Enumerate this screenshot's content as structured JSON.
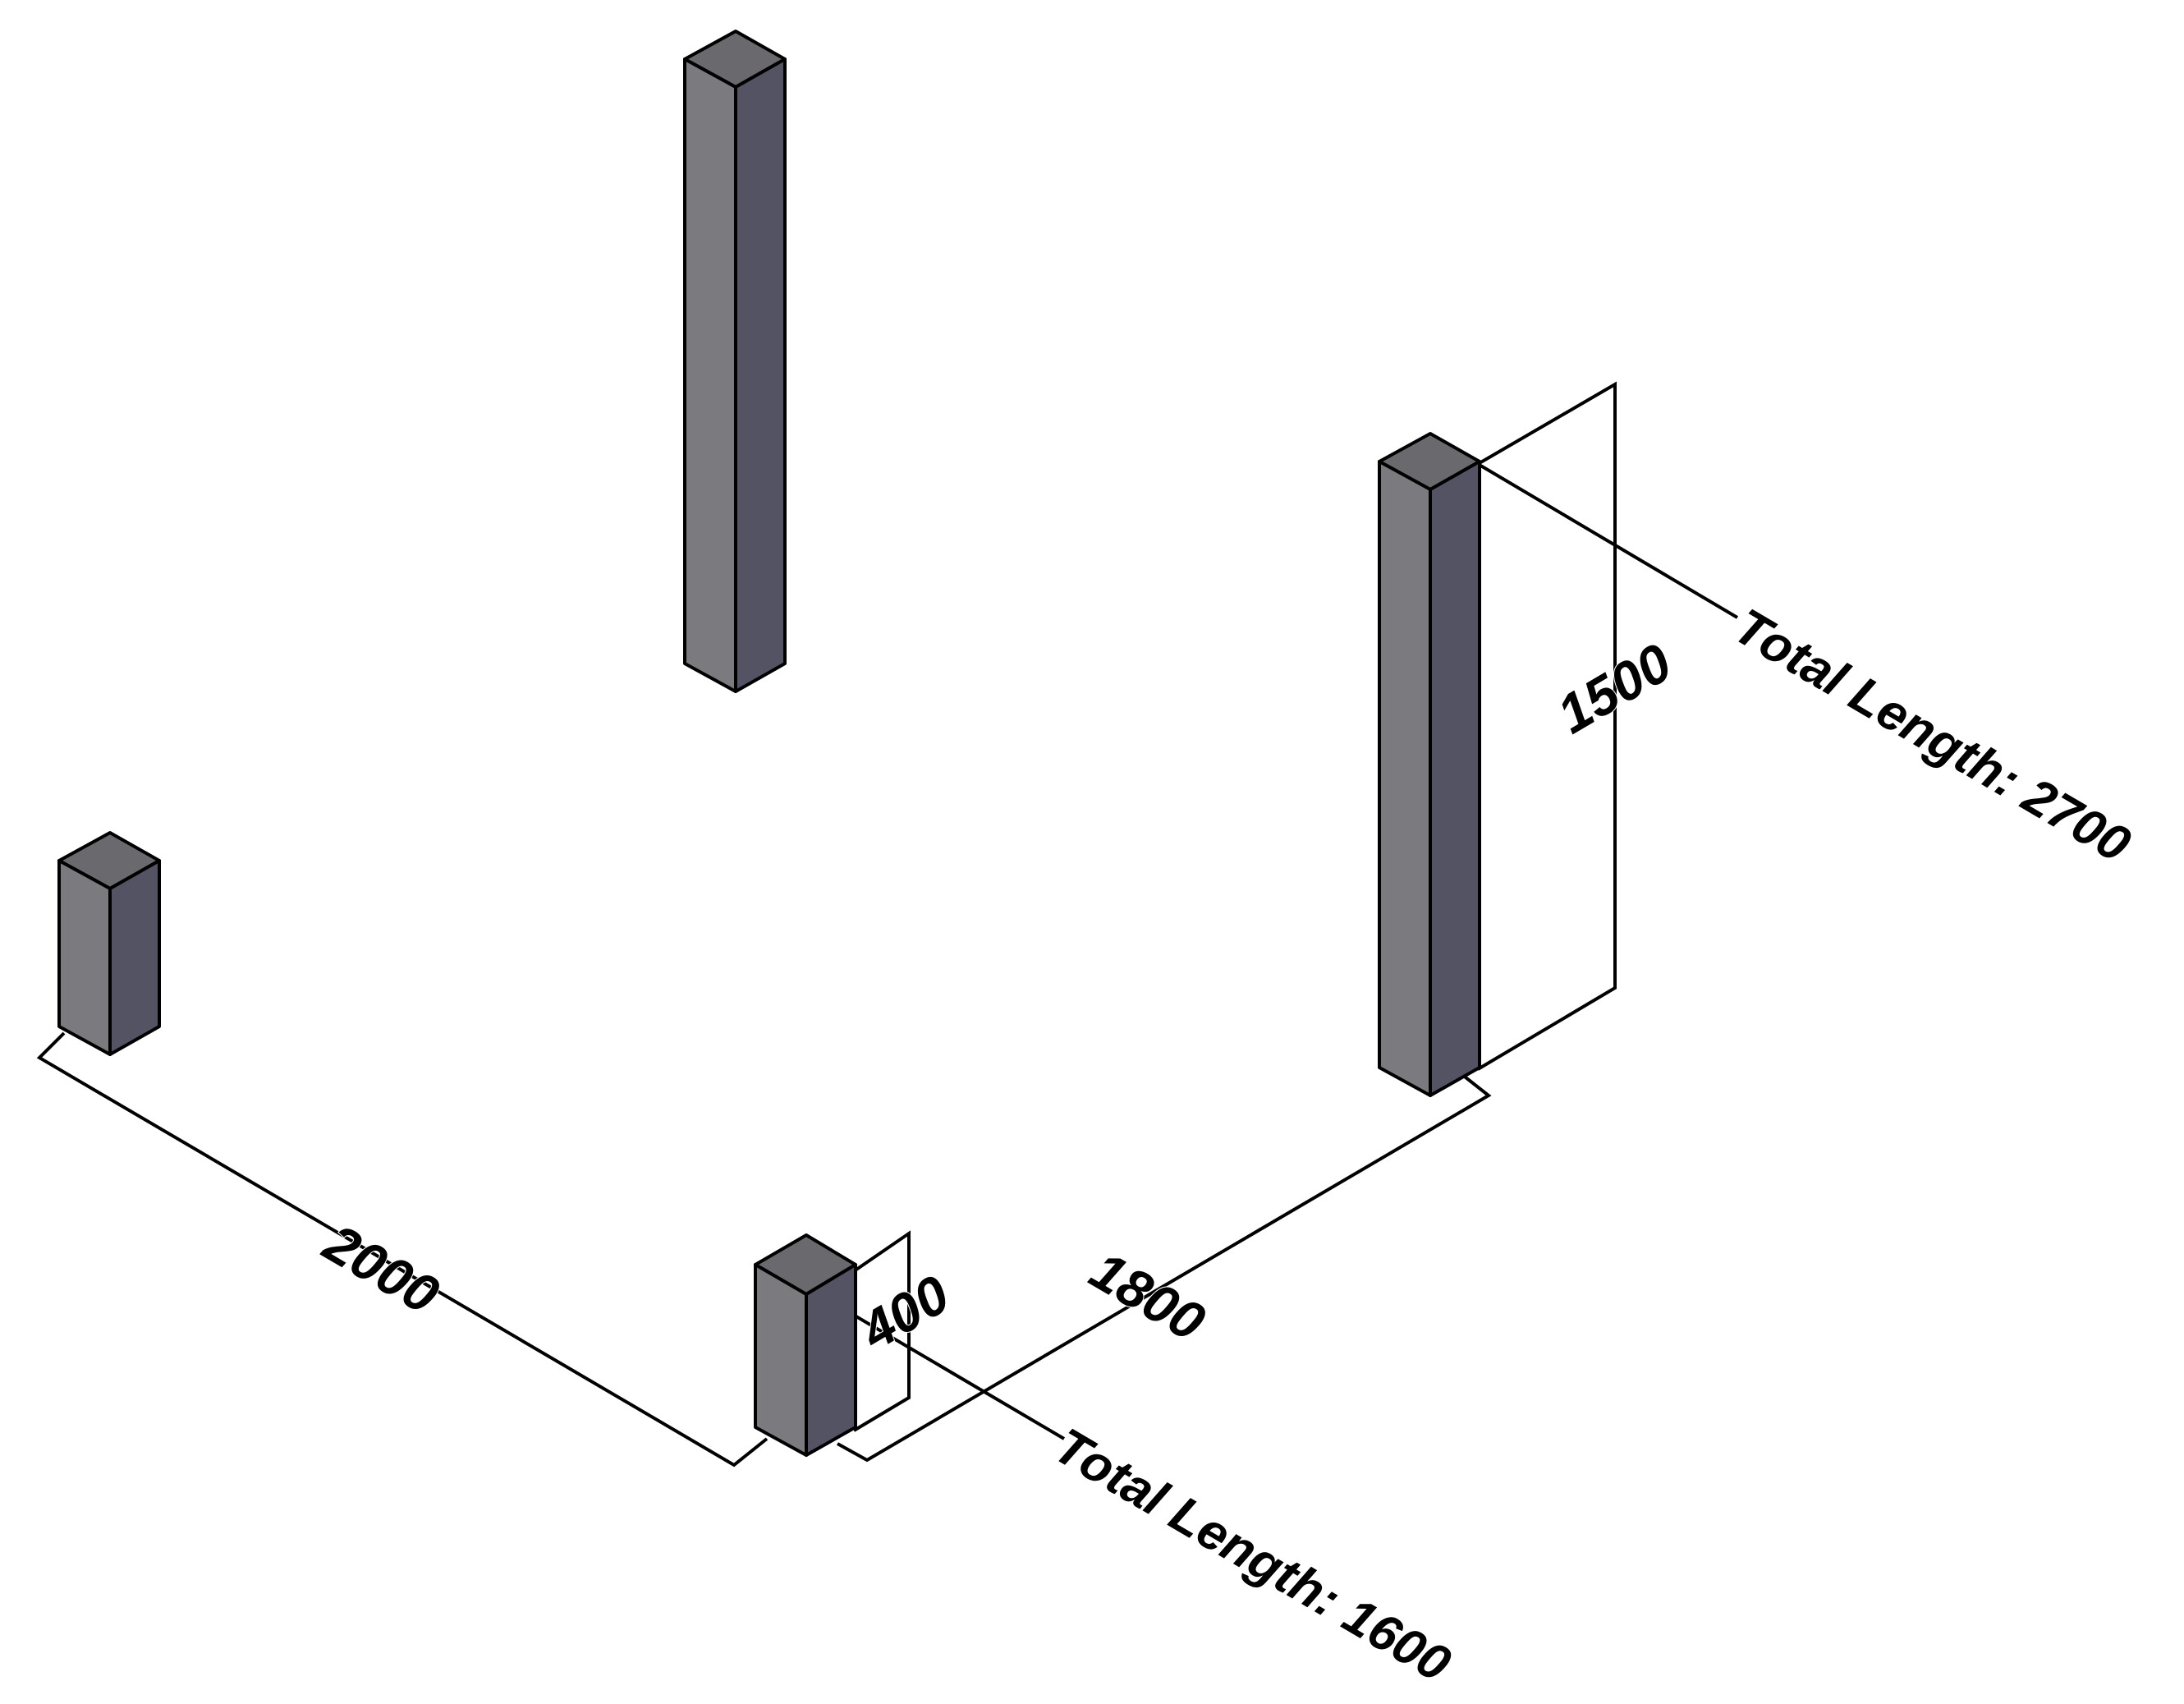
{
  "colors": {
    "column_left_face": "#7b7b7f",
    "column_right_face": "#545364",
    "column_top_face": "#6a6a6e",
    "lines": "#000000",
    "background": "#ffffff"
  },
  "dimensions": {
    "d2000": "2000",
    "d1800": "1800",
    "d400": "400",
    "d1500": "1500",
    "total_a": "Total Length: 1600",
    "total_b": "Total Length: 2700"
  }
}
